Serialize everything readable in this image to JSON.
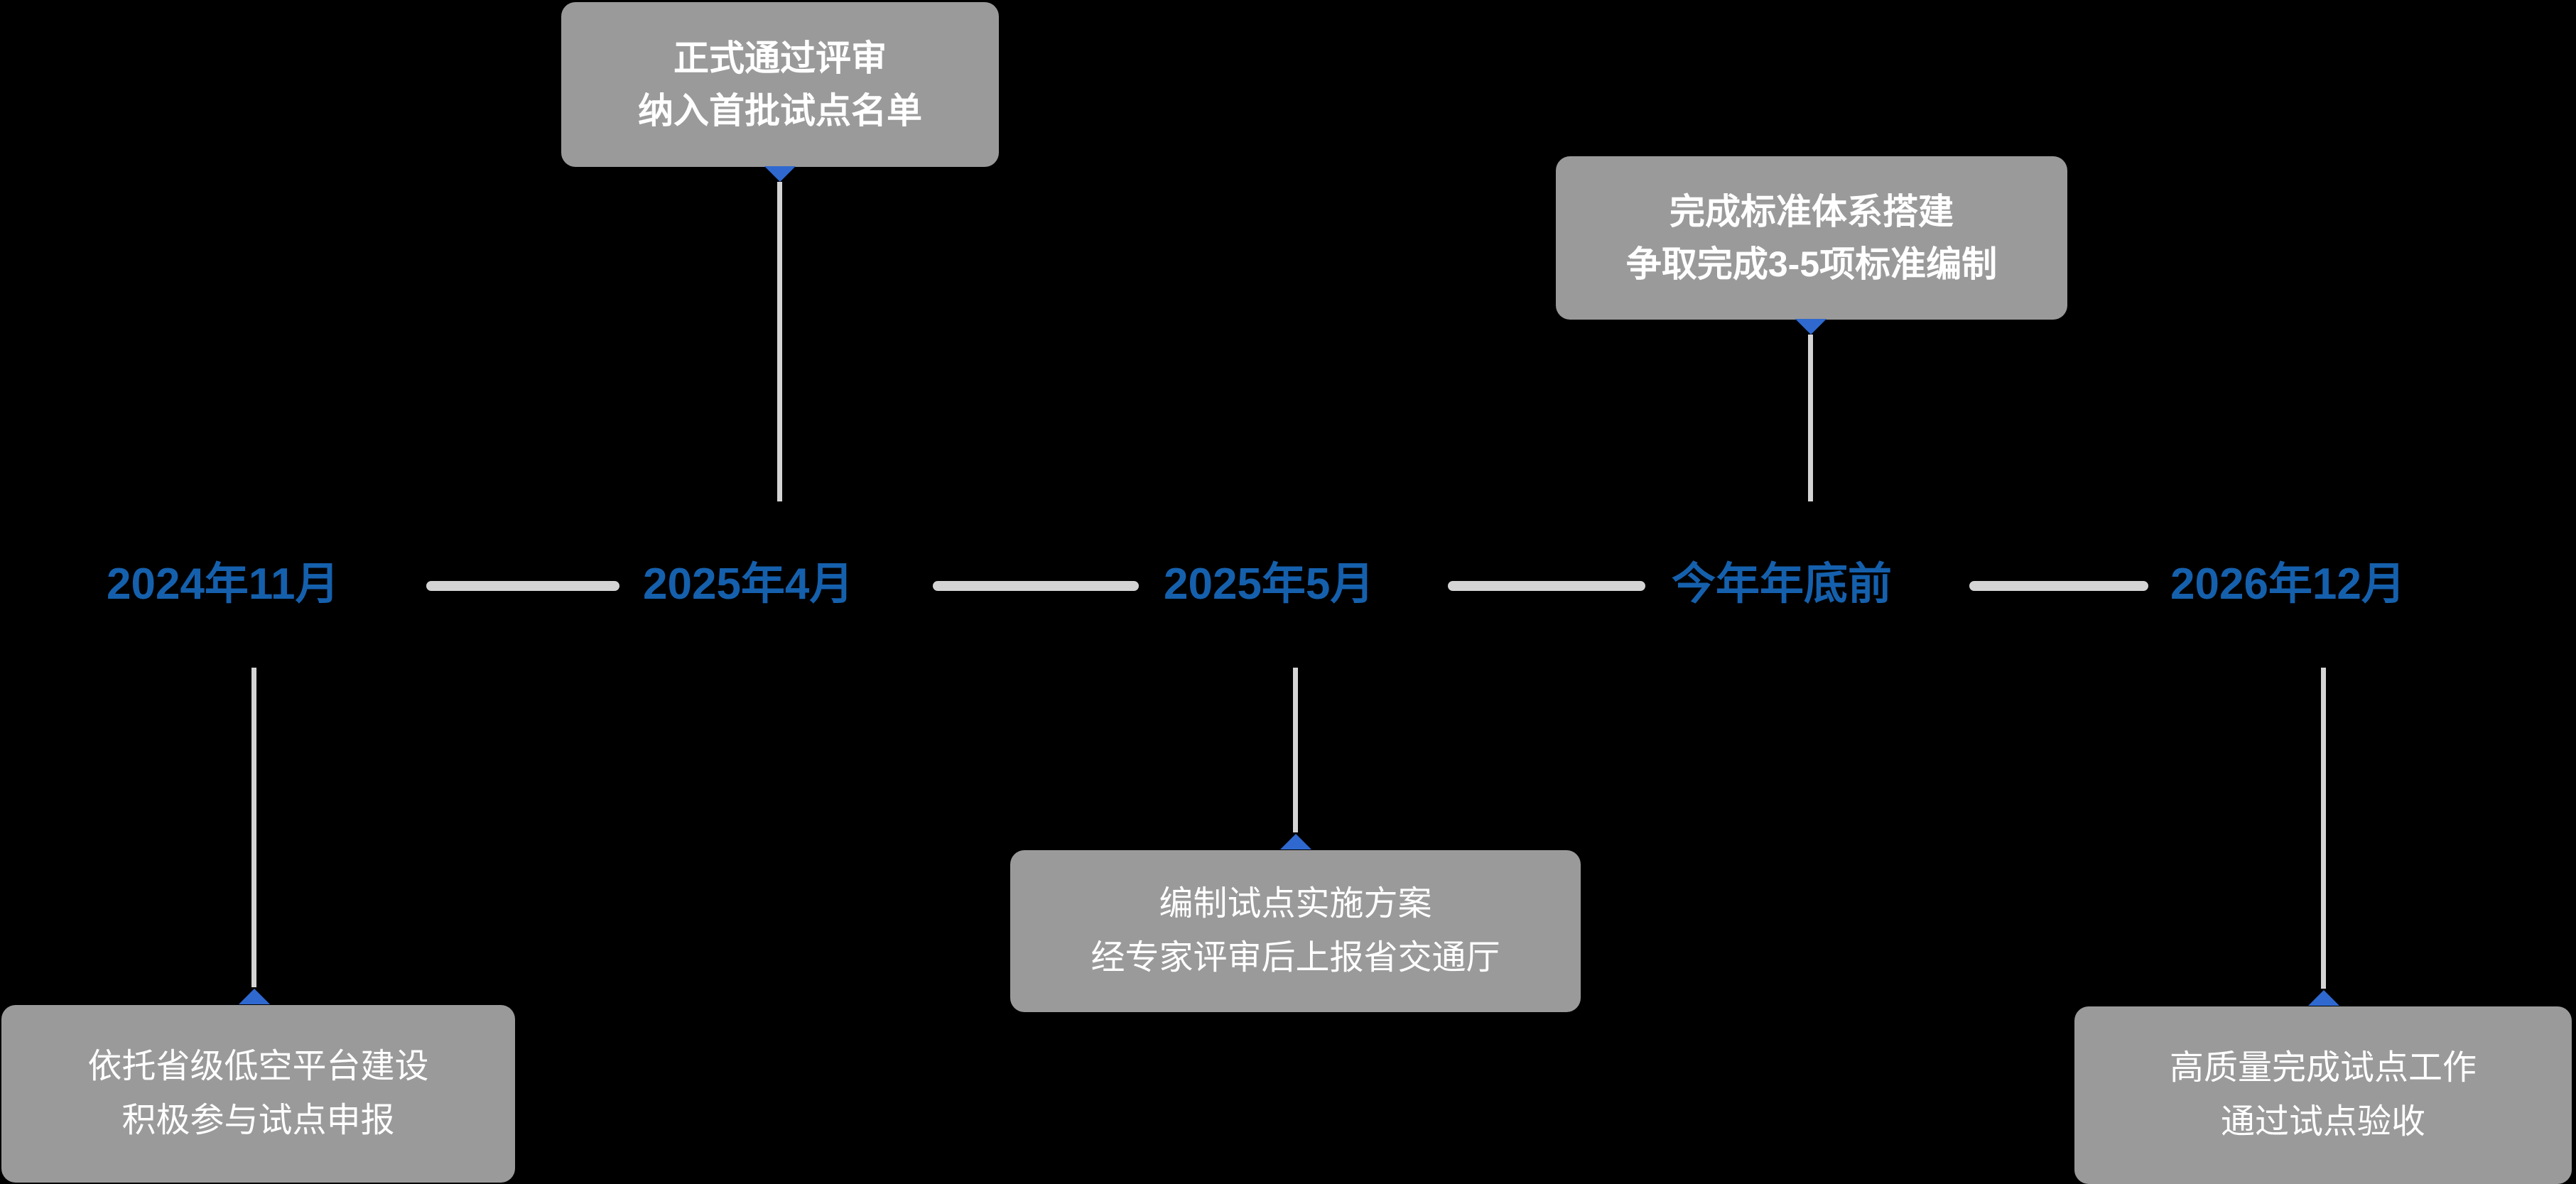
{
  "diagram": {
    "kind": "timeline",
    "background_color": "#000000",
    "accent_color": "#1560ad",
    "card_color": "#9a9a9a",
    "connector_color": "#d4d4d4",
    "arrow_color": "#2f69d0"
  },
  "timeline": {
    "milestones": [
      {
        "label": "2024年11月"
      },
      {
        "label": "2025年4月"
      },
      {
        "label": "2025年5月"
      },
      {
        "label": "今年年底前"
      },
      {
        "label": "2026年12月"
      }
    ]
  },
  "cards": {
    "above": [
      {
        "line1": "正式通过评审",
        "line2": "纳入首批试点名单"
      },
      {
        "line1": "完成标准体系搭建",
        "line2": "争取完成3-5项标准编制"
      }
    ],
    "below": [
      {
        "line1": "依托省级低空平台建设",
        "line2": "积极参与试点申报"
      },
      {
        "line1": "编制试点实施方案",
        "line2": "经专家评审后上报省交通厅"
      },
      {
        "line1": "高质量完成试点工作",
        "line2": "通过试点验收"
      }
    ]
  }
}
